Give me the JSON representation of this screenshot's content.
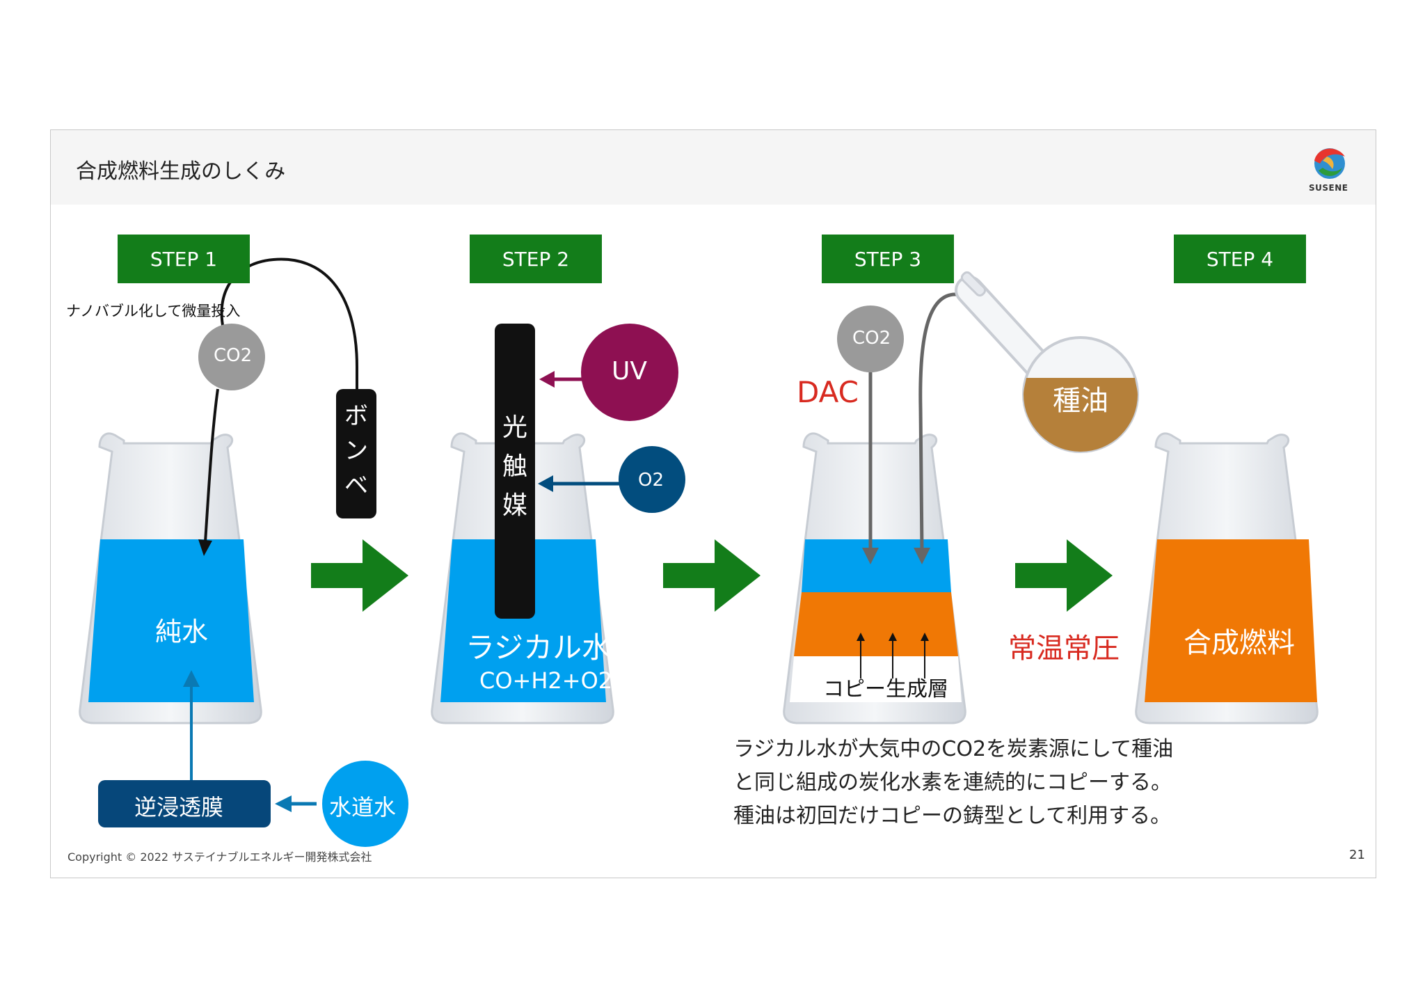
{
  "header": {
    "title": "合成燃料生成のしくみ",
    "logo_text": "SUSENE"
  },
  "steps": [
    "STEP 1",
    "STEP 2",
    "STEP 3",
    "STEP 4"
  ],
  "step1": {
    "note": "ナノバブル化して微量投入",
    "co2": "CO2",
    "cylinder": [
      "ボ",
      "ン",
      "ベ"
    ],
    "liquid": "純水",
    "membrane": "逆浸透膜",
    "tap_water": "水道水"
  },
  "step2": {
    "photocatalyst": [
      "光",
      "触",
      "媒"
    ],
    "uv": "UV",
    "o2": "O2",
    "liquid": "ラジカル水",
    "formula": "CO+H2+O2"
  },
  "step3": {
    "co2": "CO2",
    "dac": "DAC",
    "seed_oil": "種油",
    "copy_layer": "コピー生成層"
  },
  "step4": {
    "condition": "常温常圧",
    "product": "合成燃料"
  },
  "caption": [
    "ラジカル水が大気中のCO2を炭素源にして種油",
    "と同じ組成の炭化水素を連続的にコピーする。",
    "種油は初回だけコピーの鋳型として利用する。"
  ],
  "footer": {
    "copyright": "Copyright © 2022 サステイナブルエネルギー開発株式会社",
    "page": "21"
  },
  "colors": {
    "step_green": "#137d1a",
    "water_blue": "#00a0ef",
    "orange": "#f07805",
    "seed_oil_brown": "#b5803a",
    "uv_magenta": "#8e1052",
    "o2_navy": "#024d7e",
    "membrane_navy": "#06477a",
    "co2_gray": "#9a9a9a",
    "red_text": "#d82a20"
  }
}
